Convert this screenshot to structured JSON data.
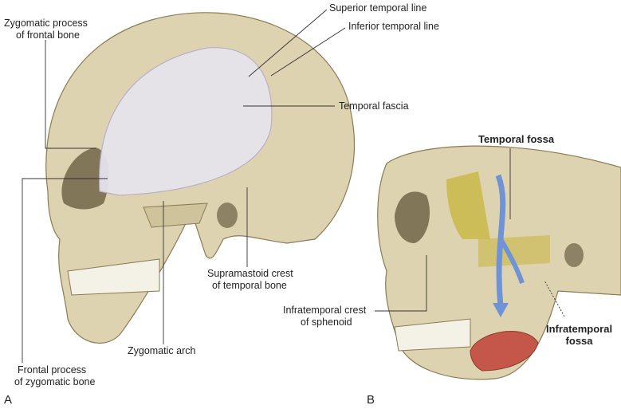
{
  "figure": {
    "panel_a": {
      "letter": "A",
      "labels": {
        "zygomatic_process": [
          "Zygomatic process",
          "of frontal bone"
        ],
        "superior_temporal_line": "Superior temporal line",
        "inferior_temporal_line": "Inferior temporal line",
        "temporal_fascia": "Temporal fascia",
        "supramastoid_crest": [
          "Supramastoid crest",
          "of temporal bone"
        ],
        "zygomatic_arch": "Zygomatic arch",
        "frontal_process": [
          "Frontal process",
          "of zygomatic bone"
        ]
      }
    },
    "panel_b": {
      "letter": "B",
      "labels": {
        "temporal_fossa": "Temporal fossa",
        "infratemporal_crest": [
          "Infratemporal crest",
          "of sphenoid"
        ],
        "infratemporal_fossa": [
          "Infratemporal",
          "fossa"
        ]
      }
    },
    "colors": {
      "bone": "#ddd3b0",
      "bone_shadow": "#b9ab80",
      "fascia": "#e6e4ec",
      "fossa_highlight": "#c9b84a",
      "arrow": "#6f93d6",
      "muscle": "#c4574a"
    }
  }
}
